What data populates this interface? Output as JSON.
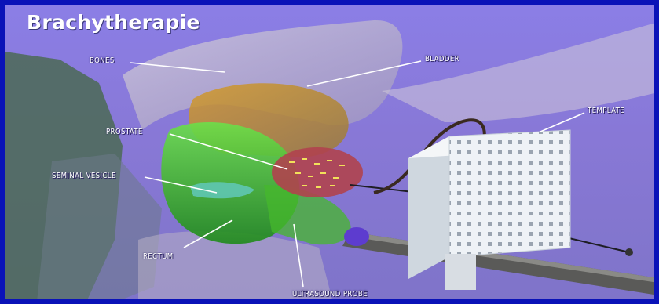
{
  "title": "Brachytherapie",
  "labels": {
    "bones": "BONES",
    "bladder": "BLADDER",
    "template": "TEMPLATE",
    "prostate": "PROSTATE",
    "seminal_vesicle": "SEMINAL VESICLE",
    "rectum": "RECTUM",
    "ultrasound_probe": "ULTRASOUND PROBE"
  },
  "colors": {
    "frame": "#0a12b8",
    "background": "#8b7ee6",
    "bones": "#c9c2d2",
    "bladder": "#c98a1e",
    "rectum": "#3fc12a",
    "prostate": "#b0424e",
    "template": "#e9eef2"
  }
}
